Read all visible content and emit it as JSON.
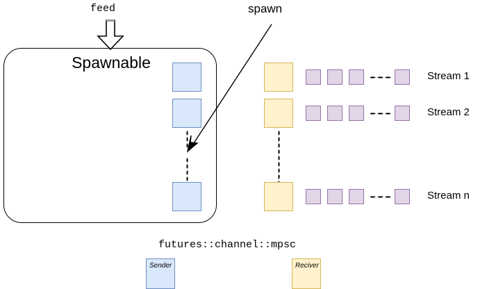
{
  "diagram": {
    "container": {
      "title": "Spawnable"
    },
    "feed": {
      "label": "feed"
    },
    "spawn": {
      "label": "spawn"
    },
    "streams": [
      {
        "label": "Stream 1",
        "items": 3,
        "trailing_items": 1,
        "ellipsis": "...."
      },
      {
        "label": "Stream 2",
        "items": 3,
        "trailing_items": 1,
        "ellipsis": "...."
      },
      {
        "label": "Stream n",
        "items": 3,
        "trailing_items": 1,
        "ellipsis": "...."
      }
    ],
    "legend": {
      "title": "futures::channel::mpsc",
      "sender_label": "Sender",
      "receiver_label": "Reciver"
    },
    "colors": {
      "sender_fill": "#dae8fc",
      "sender_stroke": "#6c8ebf",
      "receiver_fill": "#fff2cc",
      "receiver_stroke": "#d6b656",
      "item_fill": "#e1d5e7",
      "item_stroke": "#9673a6",
      "outline": "#000000",
      "background": "#ffffff"
    }
  }
}
